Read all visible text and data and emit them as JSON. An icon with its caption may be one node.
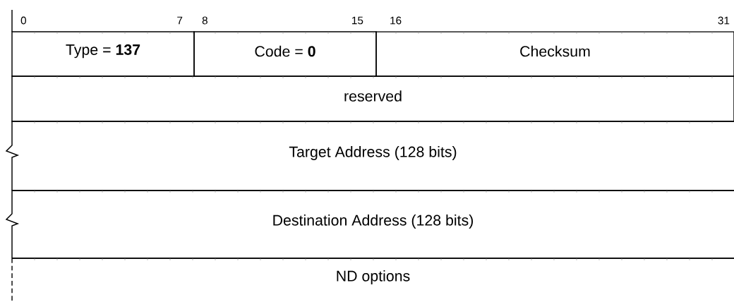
{
  "diagram": {
    "nodes": [
      {
        "text": [
          "Type = **137**"
        ]
      },
      {
        "text": [
          "Code = **0**"
        ]
      },
      {
        "text": [
          "Checksum"
        ]
      },
      {
        "text": [
          "reserved"
        ]
      },
      {
        "text": [
          "Target Address (128 bits)"
        ]
      },
      {
        "text": [
          "Destination Address (128 bits)"
        ]
      },
      {
        "text": [
          "ND options"
        ]
      }
    ],
    "edges": [],
    "labels": [
      "0",
      "7",
      "8",
      "15",
      "16",
      "31"
    ]
  }
}
